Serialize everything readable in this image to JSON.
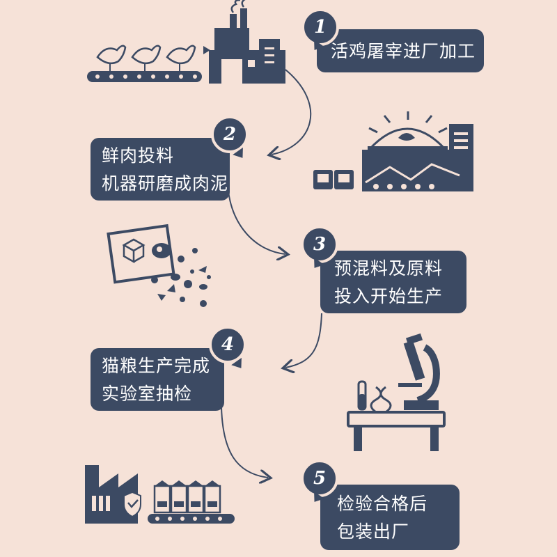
{
  "steps": [
    {
      "number": "1",
      "lines": [
        "活鸡屠宰进厂加工"
      ]
    },
    {
      "number": "2",
      "lines": [
        "鲜肉投料",
        "机器研磨成肉泥"
      ]
    },
    {
      "number": "3",
      "lines": [
        "预混料及原料",
        "投入开始生产"
      ]
    },
    {
      "number": "4",
      "lines": [
        "猫粮生产完成",
        "实验室抽检"
      ]
    },
    {
      "number": "5",
      "lines": [
        "检验合格后",
        "包装出厂"
      ]
    }
  ],
  "colors": {
    "background": "#f6e2d8",
    "box": "#3c4a63",
    "text": "#ffffff",
    "line": "#3c4a63"
  },
  "illustrations": [
    "chicken-conveyor-factory-icon",
    "meat-grinder-machine-icon",
    "ingredients-mix-icon",
    "microscope-lab-icon",
    "packaging-factory-icon"
  ]
}
